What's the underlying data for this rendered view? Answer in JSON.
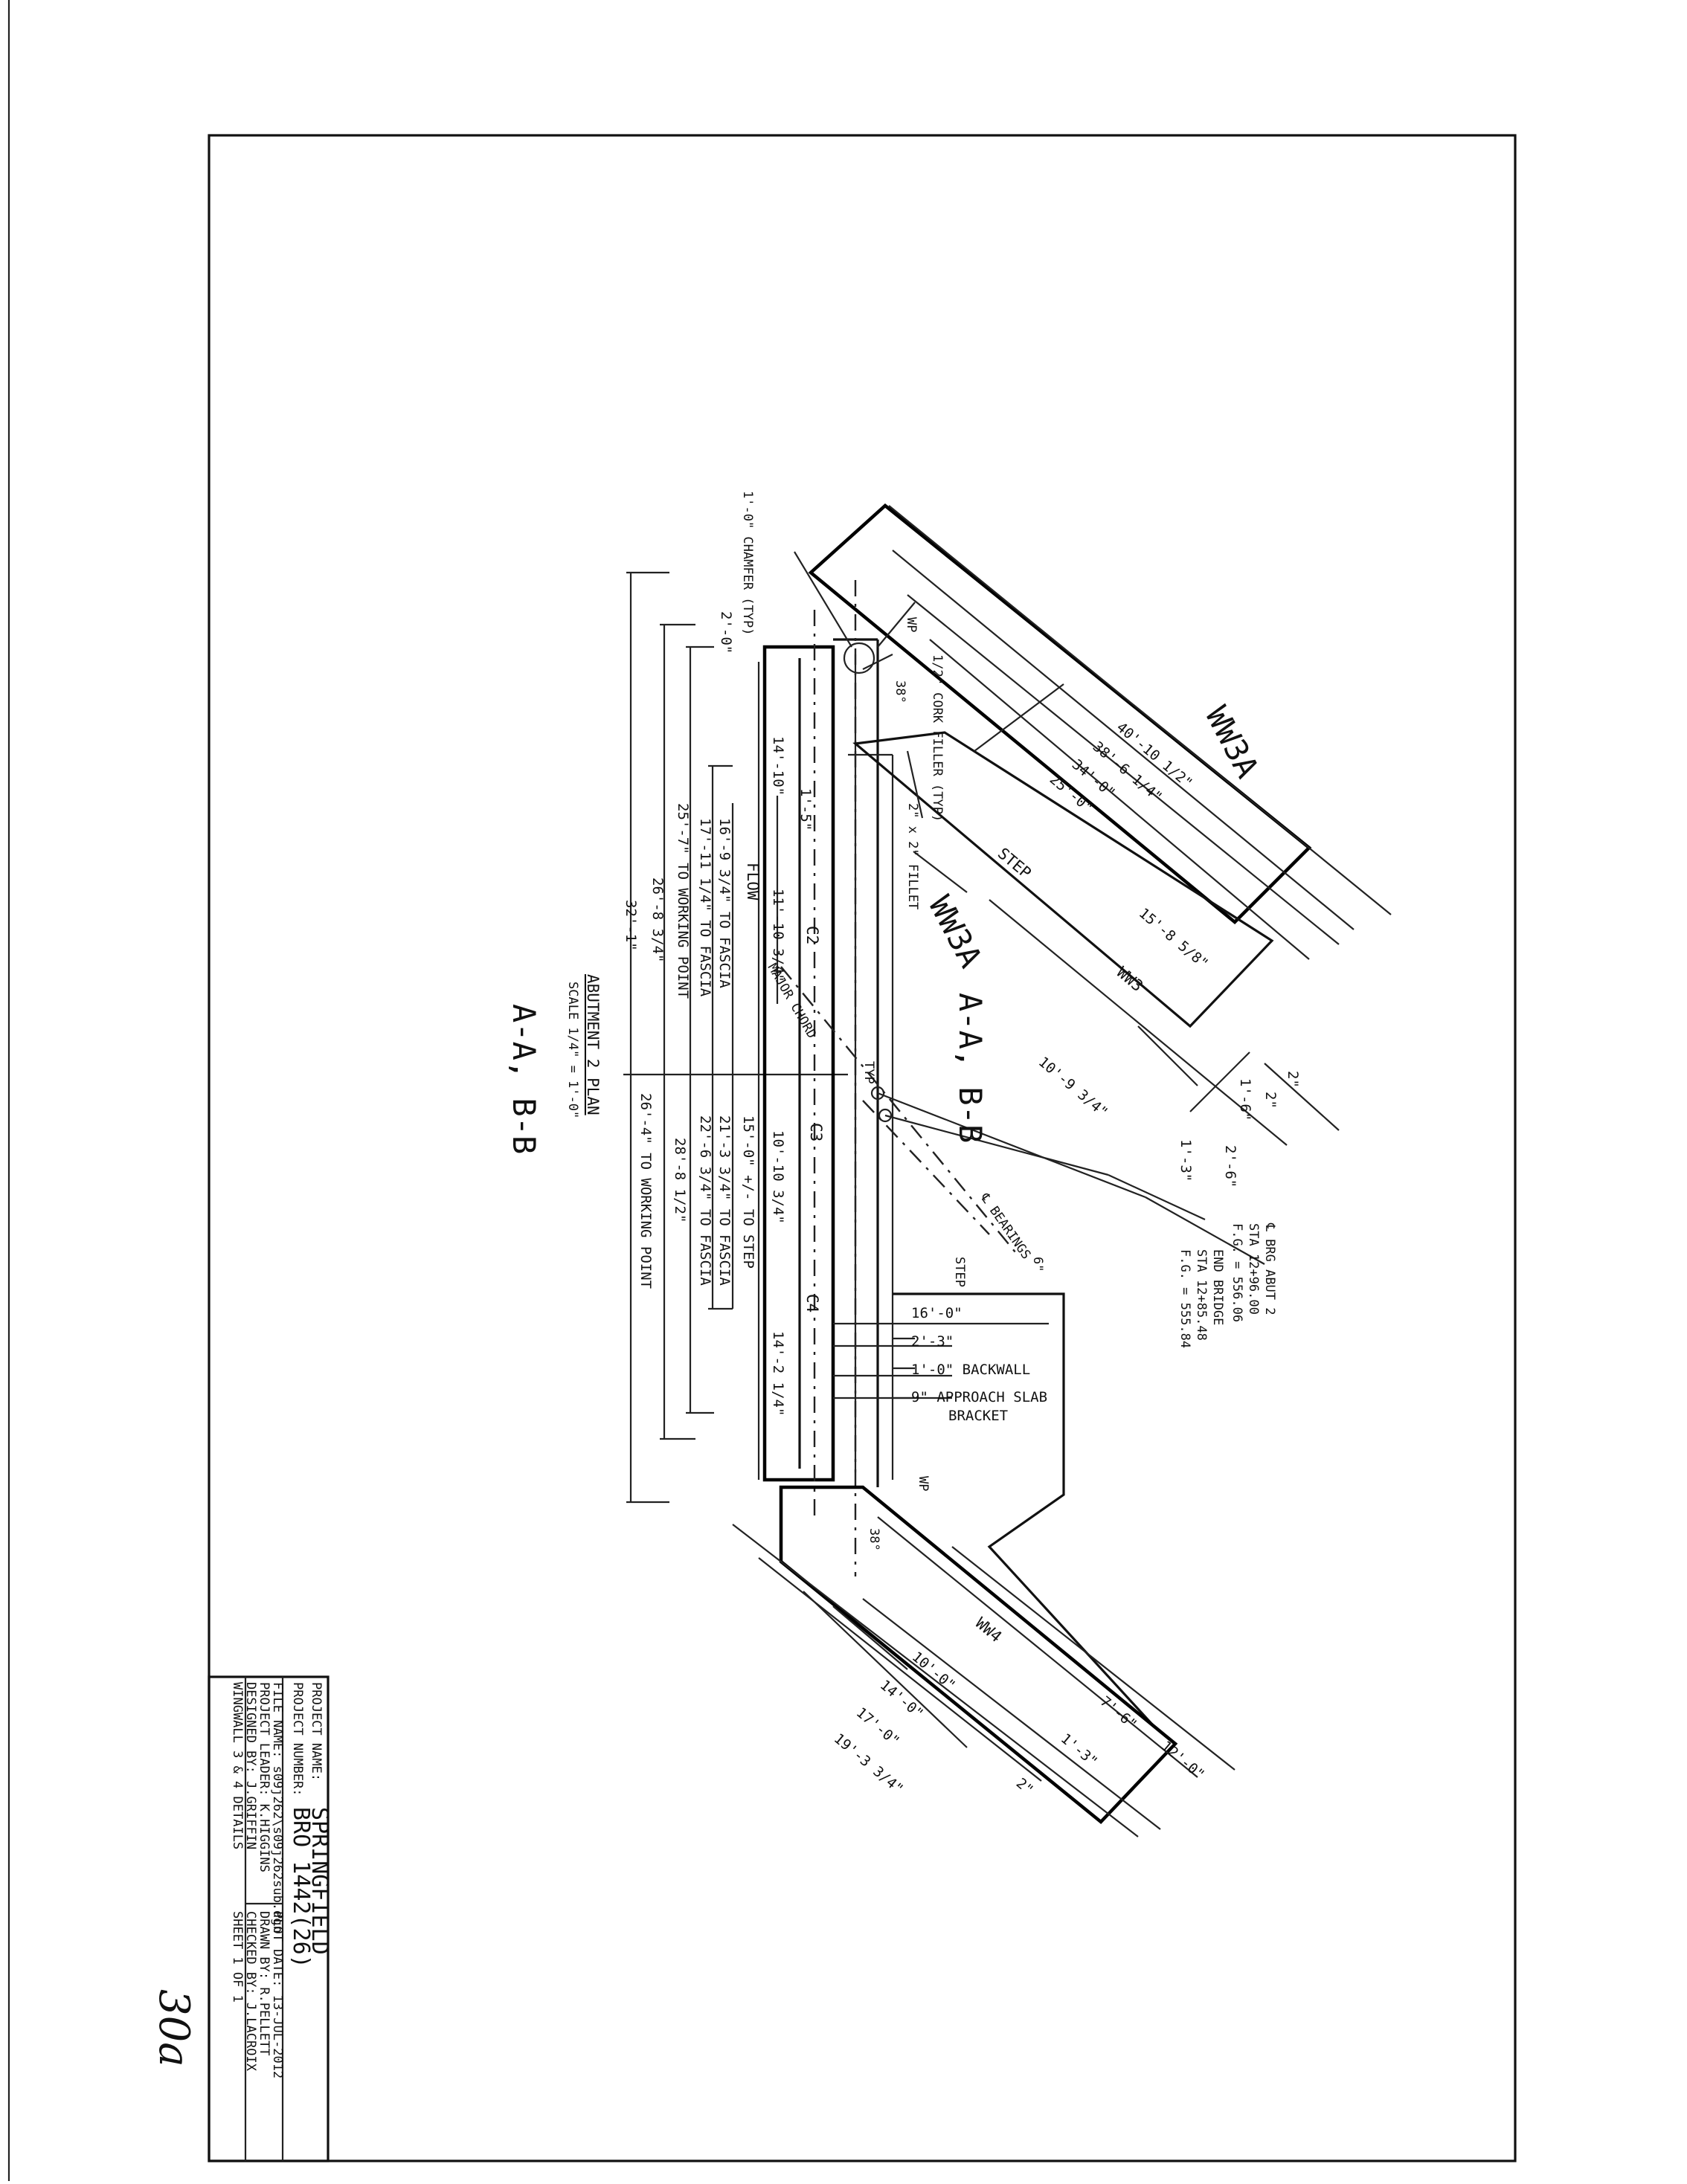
{
  "title_block": {
    "project_name_label": "PROJECT NAME:",
    "project_name": "SPRINGFIELD",
    "project_number_label": "PROJECT NUMBER:",
    "project_number": "BRO 1442(26)",
    "file_name": "FILE NAME: s09j262\\s09j262sub.dgn",
    "project_leader": "PROJECT LEADER: K.HIGGINS",
    "designed_by": "DESIGNED BY: J.GRIFFIN",
    "sheet_title": "WINGWALL 3 & 4 DETAILS",
    "plot_date": "PLOT DATE: 13-JUL-2012",
    "drawn_by": "DRAWN BY: R.PELLETT",
    "checked_by": "CHECKED BY: J.LACROIX",
    "sheet": "SHEET 1 OF 1"
  },
  "view": {
    "title": "ABUTMENT 2 PLAN",
    "scale": "SCALE 1/4\" = 1'-0\"",
    "section_ref": "A-A, B-B"
  },
  "labels": {
    "ww3a_top": "WW3A",
    "ww3a_mid": "WW3A",
    "aa_bb_mid": "A-A, B-B",
    "chamfer": "1'-0\" CHAMFER (TYP)",
    "cork_filler": "1/2\" CORK FILLER (TYP)",
    "wp_top": "WP",
    "wp_bottom": "WP",
    "fillet": "2\" x 2\" FILLET",
    "step_ww": "STEP",
    "step_main": "STEP",
    "ww3": "WW3",
    "ww4": "WW4",
    "flow": "FLOW",
    "major_chord": "MAJOR CHORD",
    "c2": "C2",
    "c3": "C3",
    "c4": "C4",
    "ang_top": "38°",
    "ang_bottom": "38°",
    "typ": "TYP",
    "brg_abut": "℄ BRG ABUT 2",
    "brg_sta": "STA 12+96.00",
    "brg_fg": "F.G. = 556.06",
    "end_bridge": "END BRIDGE",
    "end_sta": "STA 12+85.48",
    "end_fg": "F.G. = 555.84",
    "bearings": "℄ BEARINGS",
    "backwall": "1'-0\" BACKWALL",
    "approach_slab": "9\" APPROACH SLAB",
    "bracket": "BRACKET",
    "handwritten": "30a"
  },
  "dimensions": {
    "d_40_10": "40'-10 1/2\"",
    "d_38_6": "38'-6 1/4\"",
    "d_34_0": "34'-0\"",
    "d_25_0": "25'-0\"",
    "d_15_8": "15'-8 5/8\"",
    "d_10_9": "10'-9 3/4\"",
    "d_2a": "2\"",
    "d_2b": "2\"",
    "d_1_6": "1'-6\"",
    "d_1_3a": "1'-3\"",
    "d_2_6": "2'-6\"",
    "d_2_0": "2'-0\"",
    "d_14_10": "14'-10\"",
    "d_11_10": "11'-10 3/4\"",
    "d_10_10": "10'-10 3/4\"",
    "d_14_2": "14'-2 1/4\"",
    "d_1_5": "1'-5\"",
    "d_16_9": "16'-9 3/4\" TO FASCIA",
    "d_17_11": "17'-11 1/4\" TO FASCIA",
    "d_25_7": "25'-7\" TO WORKING POINT",
    "d_26_8": "26'-8 3/4\"",
    "d_32_1": "32'-1\"",
    "d_15_0": "15'-0\" +/- TO STEP",
    "d_21_3": "21'-3 3/4\" TO FASCIA",
    "d_22_6": "22'-6 3/4\" TO FASCIA",
    "d_28_8": "28'-8 1/2\"",
    "d_26_4": "26'-4\" TO WORKING POINT",
    "d_16_0": "16'-0\"",
    "d_2_3": "2'-3\"",
    "d_10_0": "10'-0\"",
    "d_14_0": "14'-0\"",
    "d_17_0": "17'-0\"",
    "d_19_3": "19'-3 3/4\"",
    "d_12_0": "12'-0\"",
    "d_7_6": "7'-6\"",
    "d_1_3b": "1'-3\"",
    "d_2c": "2\"",
    "d_6": "6\""
  }
}
